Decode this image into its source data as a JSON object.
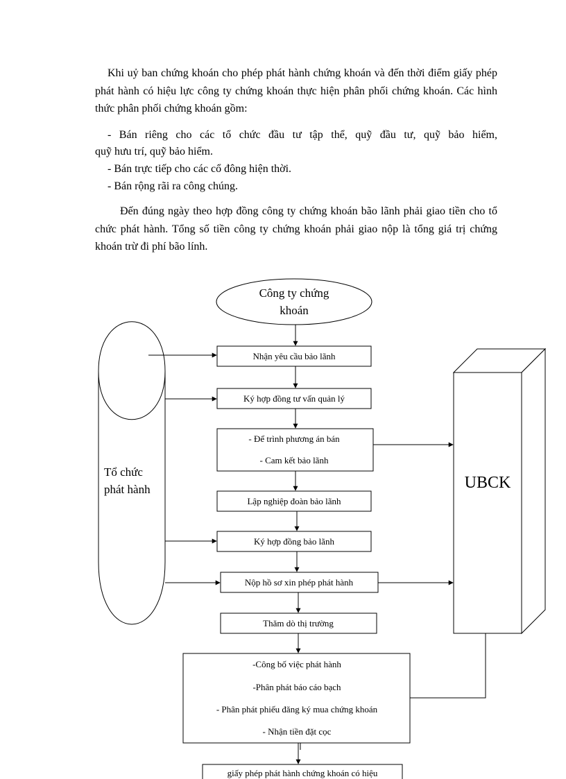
{
  "text": {
    "para1": "Khi uỷ ban chứng khoán cho phép phát hành chứng khoán và đến thời điểm giấy phép phát hành có hiệu lực công ty chứng khoán thực hiện phân phối chứng khoán. Các hình thức phân phối chứng khoán gồm:",
    "bullet1_line1": "- Bán riêng cho các tổ chức đầu tư tập thể, quỹ đầu tư, quỹ bảo hiểm,",
    "bullet1_line2": "quỹ hưu trí, quỹ bảo hiểm.",
    "bullet2": "- Bán trực tiếp cho các cổ đông hiện thời.",
    "bullet3": "- Bán rộng rãi ra công chúng.",
    "para2": "Đến đúng ngày theo hợp đồng công ty chứng khoán bão lãnh phải giao tiền cho tổ chức phát hành. Tổng số tiền công ty chứng khoán phải giao nộp là tổng giá trị chứng khoán trừ đi phí bão lính."
  },
  "diagram": {
    "top_node_line1": "Công ty chứng",
    "top_node_line2": "khoán",
    "left_node_line1": "Tổ chức",
    "left_node_line2": "phát hành",
    "right_node": "UBCK",
    "step1": "Nhận yêu cầu bảo lãnh",
    "step2": "Ký hợp đồng tư vấn quản lý",
    "step3_line1": "- Để trình phương án bán",
    "step3_line2": "- Cam kết bảo lãnh",
    "step4": "Lập nghiệp đoàn bảo lãnh",
    "step5": "Ký hợp đồng bảo lãnh",
    "step6": "Nộp hồ sơ xin phép phát hành",
    "step7": "Thăm dò thị trường",
    "step8_line1": "-Công bố việc phát hành",
    "step8_line2": "-Phân phát báo cáo bạch",
    "step8_line3": "- Phân phát phiếu đăng ký mua chứng khoán",
    "step8_line4": "- Nhận tiền đặt cọc",
    "step9": "giấy phép phát hành chứng khoán có hiệu"
  }
}
